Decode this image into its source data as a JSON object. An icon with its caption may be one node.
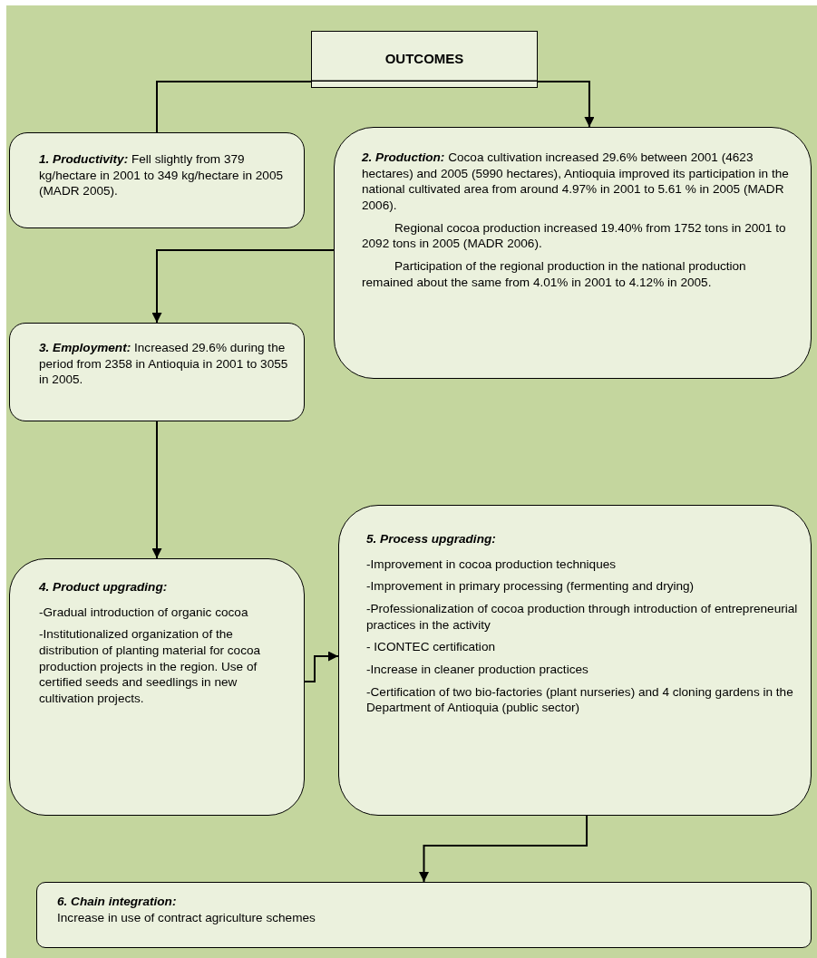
{
  "diagram": {
    "nodes": [
      {
        "text": [
          "OUTCOMES"
        ]
      },
      {
        "text": [
          "1. Productivity:",
          "Fell slightly from 379 kg/hectare in 2001 to 349 kg/hectare in 2005 (MADR 2005)."
        ]
      },
      {
        "text": [
          "2. Production:",
          "Cocoa cultivation increased 29.6% between 2001 (4623 hectares) and 2005 (5990 hectares), Antioquia improved its participation in the national cultivated area from around 4.97% in 2001 to 5.61 % in 2005 (MADR 2006).",
          "Regional cocoa production increased 19.40% from 1752 tons in 2001 to 2092 tons in 2005 (MADR 2006).",
          "Participation of the regional production in the national production remained about the same from 4.01% in 2001 to 4.12% in 2005."
        ]
      },
      {
        "text": [
          "3. Employment:",
          "Increased 29.6% during the period from 2358 in Antioquia in 2001 to 3055 in 2005."
        ]
      },
      {
        "text": [
          "4. Product upgrading:",
          "-Gradual introduction of organic cocoa",
          "-Institutionalized organization of the distribution of planting material for cocoa production projects in the region. Use of certified seeds and seedlings in new cultivation projects."
        ]
      },
      {
        "text": [
          "5. Process upgrading:",
          "-Improvement in cocoa production techniques",
          "-Improvement in primary processing (fermenting and drying)",
          "-Professionalization of cocoa production through introduction of entrepreneurial practices in the activity",
          "- ICONTEC certification",
          "-Increase in cleaner production practices",
          "-Certification of two bio-factories (plant nurseries) and 4 cloning gardens in the Department of Antioquia (public sector)"
        ]
      },
      {
        "text": [
          "6. Chain integration:",
          "Increase in use of contract agriculture schemes"
        ]
      }
    ],
    "edges": [
      {
        "from": 0,
        "to": 1,
        "arrow": "none"
      },
      {
        "from": 0,
        "to": 2,
        "arrow": "to"
      },
      {
        "from": 2,
        "to": 3,
        "arrow": "to"
      },
      {
        "from": 3,
        "to": 4,
        "arrow": "to"
      },
      {
        "from": 4,
        "to": 5,
        "arrow": "to"
      },
      {
        "from": 5,
        "to": 6,
        "arrow": "to"
      }
    ]
  }
}
